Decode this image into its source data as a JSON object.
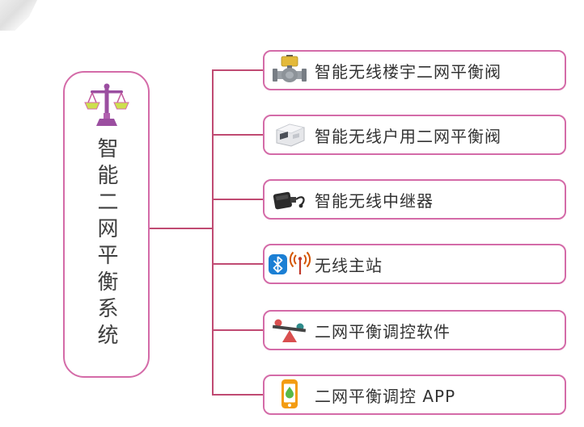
{
  "root": {
    "label": "智能二网平衡系统",
    "icon": "balance-scale-icon"
  },
  "branches": [
    {
      "label": "智能无线楼宇二网平衡阀",
      "icon": "building-balance-valve-icon"
    },
    {
      "label": "智能无线户用二网平衡阀",
      "icon": "household-balance-valve-icon"
    },
    {
      "label": "智能无线中继器",
      "icon": "wireless-repeater-icon"
    },
    {
      "label": "无线主站",
      "icon": "bluetooth-antenna-icon"
    },
    {
      "label": "二网平衡调控软件",
      "icon": "seesaw-balance-icon"
    },
    {
      "label": "二网平衡调控 APP",
      "icon": "smartphone-app-icon"
    }
  ],
  "colors": {
    "box_border": "#d46ba8",
    "connector_line": "#c04a72",
    "text": "#333333",
    "scale_purple": "#9b4ea0",
    "scale_pan_green": "#cde04e",
    "bluetooth_blue": "#1b7fd4",
    "signal_red": "#c0392b",
    "phone_orange": "#f39c12",
    "drop_green": "#58b947"
  }
}
